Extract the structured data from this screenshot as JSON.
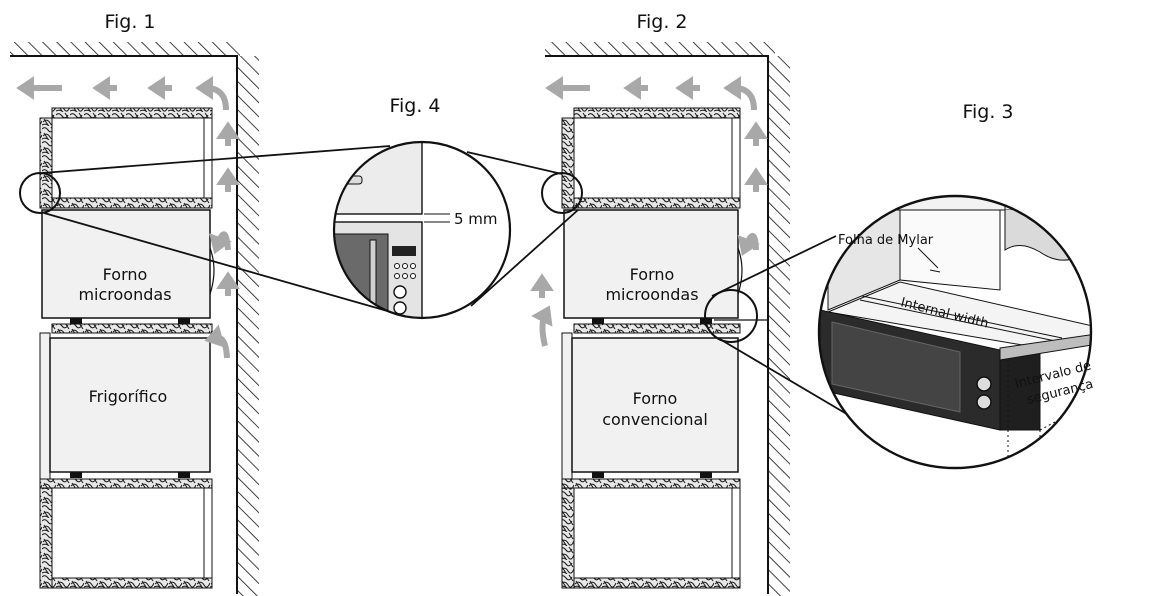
{
  "figures": {
    "fig1": "Fig. 1",
    "fig2": "Fig. 2",
    "fig3": "Fig. 3",
    "fig4": "Fig. 4"
  },
  "fig1": {
    "microwave": [
      "Forno",
      "microondas"
    ],
    "fridge": "Frigorífico"
  },
  "fig2": {
    "microwave": [
      "Forno",
      "microondas"
    ],
    "oven": [
      "Forno",
      "convencional"
    ]
  },
  "fig3": {
    "mylar": "Folha de Mylar",
    "internal_width": "Internal width",
    "safety_gap": [
      "Intervalo de",
      "segurança"
    ]
  },
  "fig4": {
    "gap": "5 mm"
  },
  "colors": {
    "line": "#111111",
    "appliance_fill": "#f1f1f1",
    "arrow": "#a8a8a8",
    "door": "#2b2b2b"
  }
}
